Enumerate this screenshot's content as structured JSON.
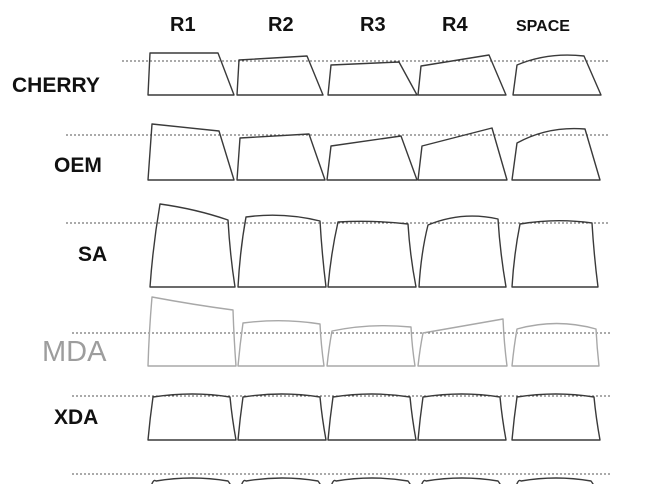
{
  "columns": [
    "R1",
    "R2",
    "R3",
    "R4",
    "SPACE"
  ],
  "rows": [
    {
      "label": "CHERRY"
    },
    {
      "label": "OEM"
    },
    {
      "label": "SA"
    },
    {
      "label": "MDA"
    },
    {
      "label": "XDA"
    },
    {
      "label": ""
    }
  ],
  "colors": {
    "line": "#3a3a3a",
    "faded": "#a8a8a8",
    "guide": "#555555",
    "label": "#111111"
  }
}
